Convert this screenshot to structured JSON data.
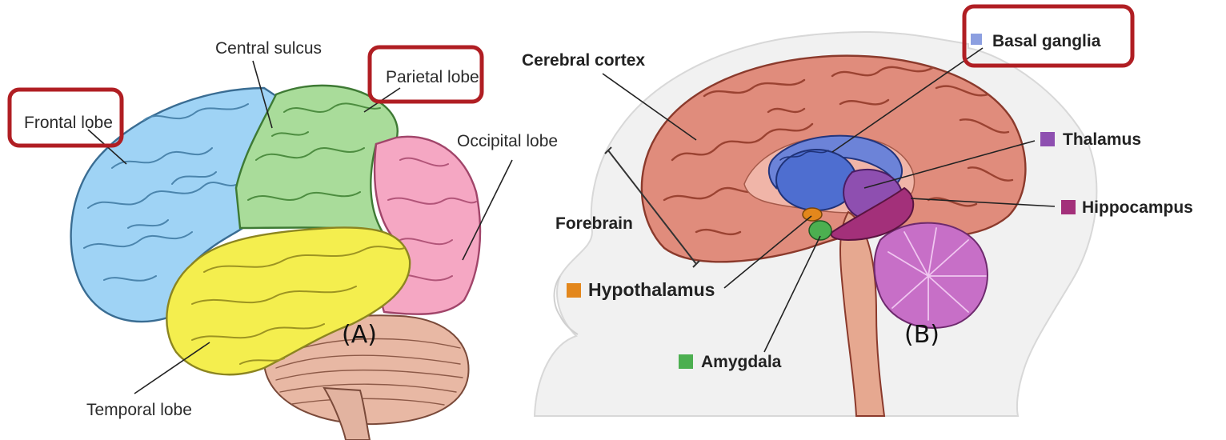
{
  "panel_a": {
    "letter": "(A)",
    "labels": {
      "central_sulcus": "Central sulcus",
      "parietal_lobe": "Parietal lobe",
      "frontal_lobe": "Frontal lobe",
      "occipital_lobe": "Occipital  lobe",
      "temporal_lobe": "Temporal  lobe"
    },
    "colors": {
      "frontal": "#9fd3f5",
      "parietal": "#a9dc9a",
      "temporal": "#f4ee4e",
      "occipital": "#f5a7c3",
      "cerebellum": "#e8b8a4"
    }
  },
  "panel_b": {
    "letter": "(B)",
    "labels": {
      "cerebral_cortex": "Cerebral cortex",
      "basal_ganglia": "Basal ganglia",
      "thalamus": "Thalamus",
      "hippocampus": "Hippocampus",
      "forebrain": "Forebrain",
      "hypothalamus": "Hypothalamus",
      "amygdala": "Amygdala"
    },
    "colors": {
      "basal_ganglia": "#8c9fe0",
      "thalamus": "#8e4fb0",
      "hippocampus": "#a3307a",
      "hypothalamus": "#e3871c",
      "amygdala": "#4caf50",
      "cortex": "#e08c7c",
      "cerebellum": "#c76fc7"
    }
  },
  "highlight_color": "#b01e23"
}
